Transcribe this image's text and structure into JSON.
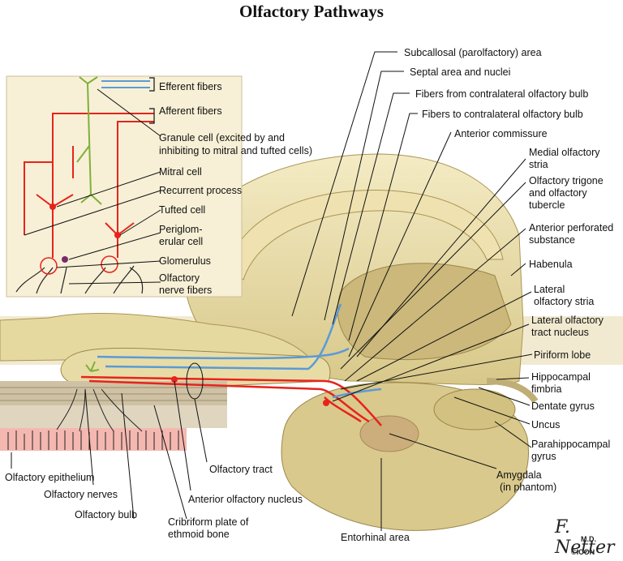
{
  "title": "Olfactory Pathways",
  "labels": {
    "subcallosal": "Subcallosal (parolfactory) area",
    "septal": "Septal area and nuclei",
    "fibers_from": "Fibers from contralateral olfactory bulb",
    "fibers_to": "Fibers to contralateral olfactory bulb",
    "anterior_commissure": "Anterior commissure",
    "medial_stria_1": "Medial olfactory",
    "medial_stria_2": "stria",
    "trigone_1": "Olfactory trigone",
    "trigone_2": "and olfactory",
    "trigone_3": "tubercle",
    "perforated_1": "Anterior perforated",
    "perforated_2": "substance",
    "habenula": "Habenula",
    "lateral_stria_1": "Lateral",
    "lateral_stria_2": "olfactory stria",
    "lateral_nucleus_1": "Lateral olfactory",
    "lateral_nucleus_2": "tract nucleus",
    "piriform": "Piriform lobe",
    "hippocampal_1": "Hippocampal",
    "hippocampal_2": "fimbria",
    "dentate": "Dentate gyrus",
    "uncus": "Uncus",
    "parahippocampal_1": "Parahippocampal",
    "parahippocampal_2": "gyrus",
    "amygdala_1": "Amygdala",
    "amygdala_2": "(in phantom)",
    "entorhinal": "Entorhinal area",
    "efferent": "Efferent fibers",
    "afferent": "Afferent fibers",
    "granule_1": "Granule cell (excited by and",
    "granule_2": "inhibiting to mitral and tufted cells)",
    "mitral": "Mitral cell",
    "recurrent": "Recurrent process",
    "tufted": "Tufted cell",
    "periglom_1": "Periglom-",
    "periglom_2": "erular cell",
    "glomerulus": "Glomerulus",
    "nerve_fibers_1": "Olfactory",
    "nerve_fibers_2": "nerve fibers",
    "epithelium": "Olfactory epithelium",
    "nerves": "Olfactory nerves",
    "bulb": "Olfactory bulb",
    "tract": "Olfactory tract",
    "ant_nucleus": "Anterior olfactory nucleus",
    "cribriform_1": "Cribriform plate of",
    "cribriform_2": "ethmoid bone"
  },
  "signature": {
    "name": "F. Netter",
    "suffix": "M.D.",
    "mark": "©ICON"
  },
  "colors": {
    "afferent": "#e8231c",
    "efferent": "#5b9ad6",
    "granule": "#7fb03a",
    "brain": "#e9dda4",
    "brain_shade": "#c9b878",
    "inset_bg": "#f7f0d6",
    "bone": "#d9ccb2",
    "epithelium": "#f4b8b0"
  }
}
